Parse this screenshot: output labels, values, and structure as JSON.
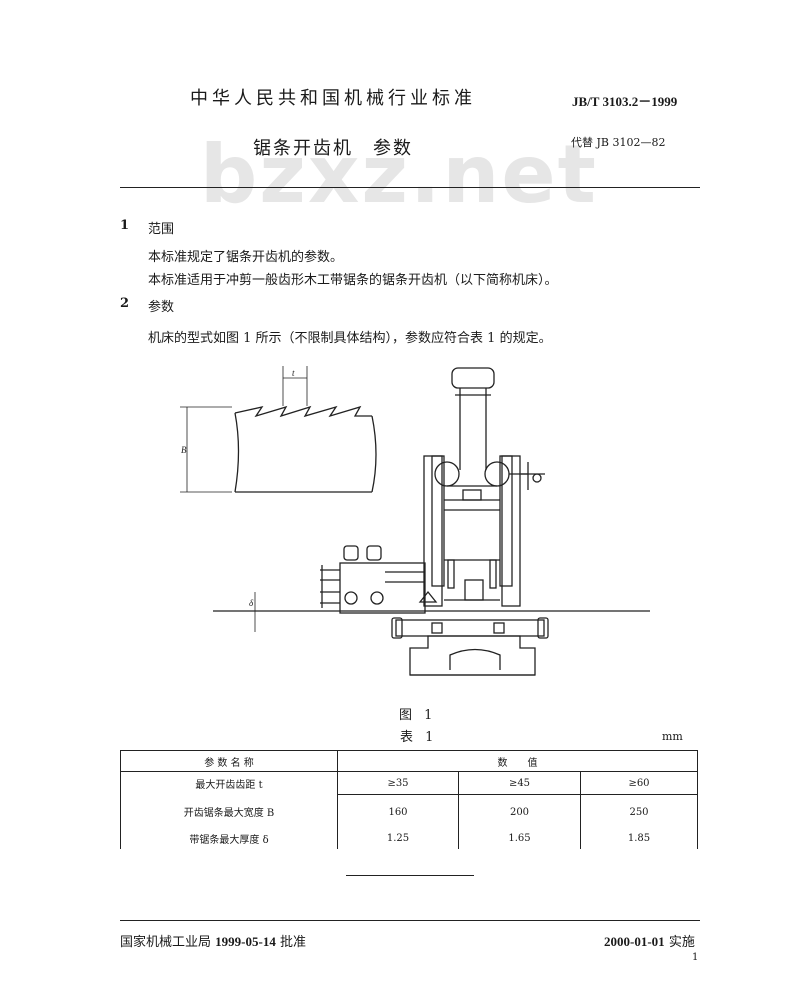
{
  "header": {
    "org_title": "中华人民共和国机械行业标准",
    "standard_code": "JB/T 3103.2－1999",
    "title": "锯条开齿机　参数",
    "replaces": "代替 JB 3102—82",
    "watermark": "bzxz.net"
  },
  "sections": [
    {
      "number": "1",
      "title": "范围",
      "paragraphs": [
        "本标准规定了锯条开齿机的参数。",
        "本标准适用于冲剪一般齿形木工带锯条的锯条开齿机（以下简称机床）。"
      ]
    },
    {
      "number": "2",
      "title": "参数",
      "paragraphs": [
        "机床的型式如图 1 所示（不限制具体结构），参数应符合表 1 的规定。"
      ]
    }
  ],
  "figure": {
    "caption": "图 1",
    "labels": {
      "t": "t",
      "B": "B",
      "delta": "δ"
    }
  },
  "table": {
    "caption": "表 1",
    "unit": "mm",
    "header_name": "参 数 名 称",
    "header_value": "数　　值",
    "rows": [
      {
        "name": "最大开齿齿距 t",
        "values": [
          "≥35",
          "≥45",
          "≥60"
        ]
      },
      {
        "name": "开齿锯条最大宽度 B",
        "values": [
          "160",
          "200",
          "250"
        ]
      },
      {
        "name": "带锯条最大厚度 δ",
        "values": [
          "1.25",
          "1.65",
          "1.85"
        ]
      }
    ]
  },
  "footer": {
    "issuer": "国家机械工业局",
    "approve_date": "1999-05-14",
    "approve_label": "批准",
    "effective_date": "2000-01-01",
    "effective_label": "实施",
    "page_number": "1"
  }
}
